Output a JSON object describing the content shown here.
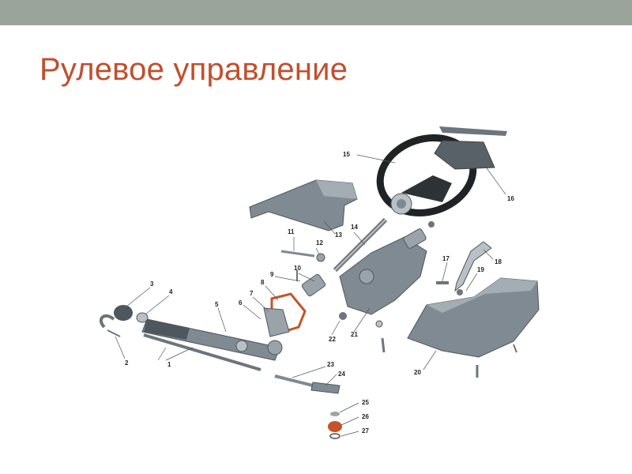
{
  "slide": {
    "title": "Рулевое управление"
  },
  "colors": {
    "title": "#c0502e",
    "band": "#9aa49b",
    "part_fill": "#7f8a93",
    "part_dark": "#4f575e",
    "part_light": "#b9c1c7",
    "wheel": "#1f2326",
    "seal": "#c5532a"
  },
  "diagram": {
    "callouts": [
      "1",
      "2",
      "3",
      "4",
      "5",
      "6",
      "7",
      "8",
      "9",
      "10",
      "11",
      "12",
      "13",
      "14",
      "15",
      "16",
      "17",
      "18",
      "19",
      "20",
      "21",
      "22",
      "23",
      "24",
      "25",
      "26",
      "27"
    ]
  }
}
